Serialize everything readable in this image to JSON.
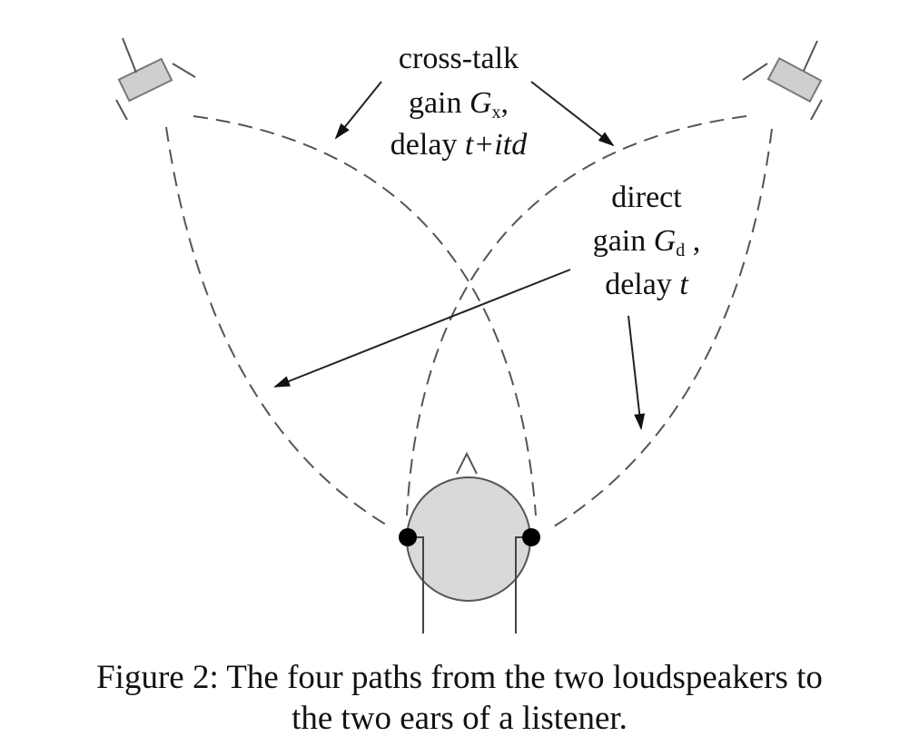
{
  "labels": {
    "cross_talk": {
      "line1": "cross-talk",
      "gain_prefix": "gain ",
      "gain_symbol": "G",
      "gain_subscript": "x",
      "gain_suffix": ",",
      "delay_prefix": "delay ",
      "delay_value": "t+itd"
    },
    "direct": {
      "line1": "direct",
      "gain_prefix": "gain ",
      "gain_symbol": "G",
      "gain_subscript": "d",
      "gain_suffix": " ,",
      "delay_prefix": "delay ",
      "delay_value": "t"
    }
  },
  "caption": {
    "line1": "Figure 2: The four paths from the two loudspeakers to",
    "line2": "the two ears of a listener."
  },
  "colors": {
    "head_fill": "#d9d9d9",
    "speaker_fill": "#cfcfcf",
    "ear_dot": "#000000"
  }
}
